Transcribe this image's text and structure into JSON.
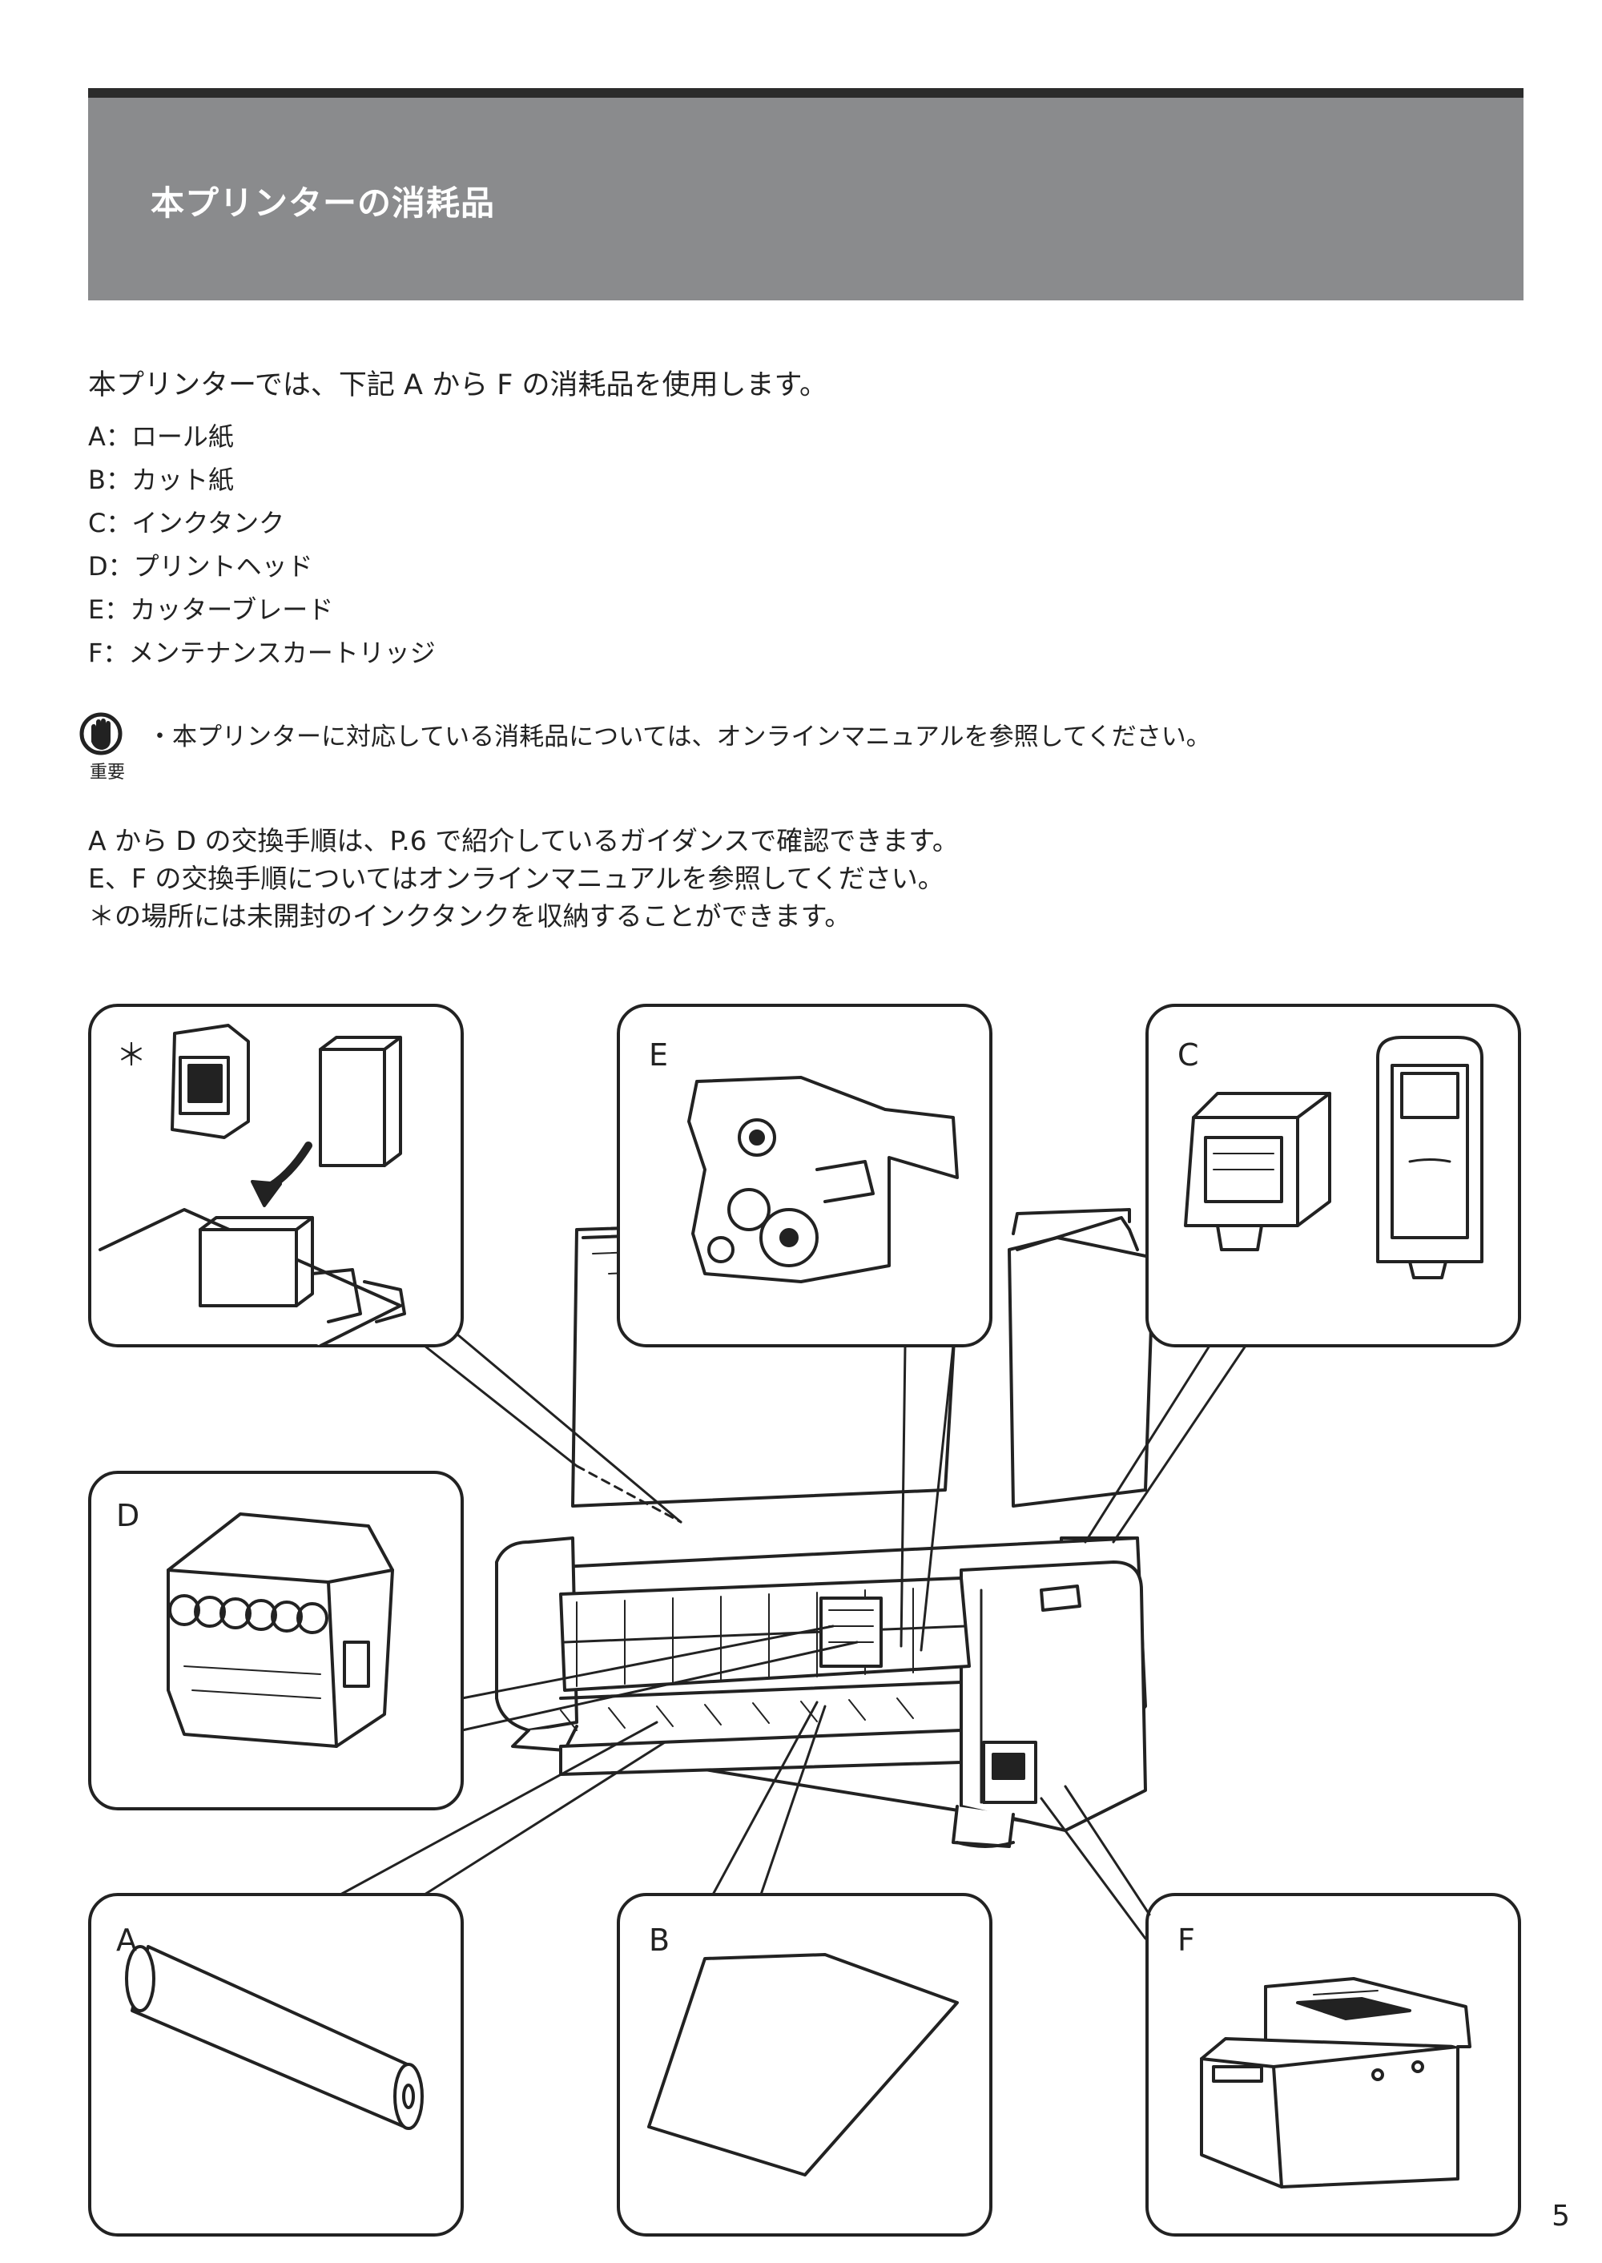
{
  "header": {
    "title": "本プリンターの消耗品"
  },
  "intro": "本プリンターでは、下記 A から F の消耗品を使用します。",
  "consumables": [
    {
      "text": "A：ロール紙"
    },
    {
      "text": "B：カット紙"
    },
    {
      "text": "C：インクタンク"
    },
    {
      "text": "D：プリントヘッド"
    },
    {
      "text": "E：カッターブレード"
    },
    {
      "text": "F：メンテナンスカートリッジ"
    }
  ],
  "note": {
    "label": "重要",
    "text": "・本プリンターに対応している消耗品については、オンラインマニュアルを参照してください。",
    "icon": "hand-stop-icon"
  },
  "paragraphs": [
    "A から D の交換手順は、P.6 で紹介しているガイダンスで確認できます。",
    "E、F の交換手順についてはオンラインマニュアルを参照してください。",
    "＊の場所には未開封のインクタンクを収納することができます。"
  ],
  "figure": {
    "panels": [
      {
        "letter": "＊"
      },
      {
        "letter": "E"
      },
      {
        "letter": "C"
      },
      {
        "letter": "D"
      },
      {
        "letter": "A"
      },
      {
        "letter": "B"
      },
      {
        "letter": "F"
      }
    ]
  },
  "page_number": "5"
}
